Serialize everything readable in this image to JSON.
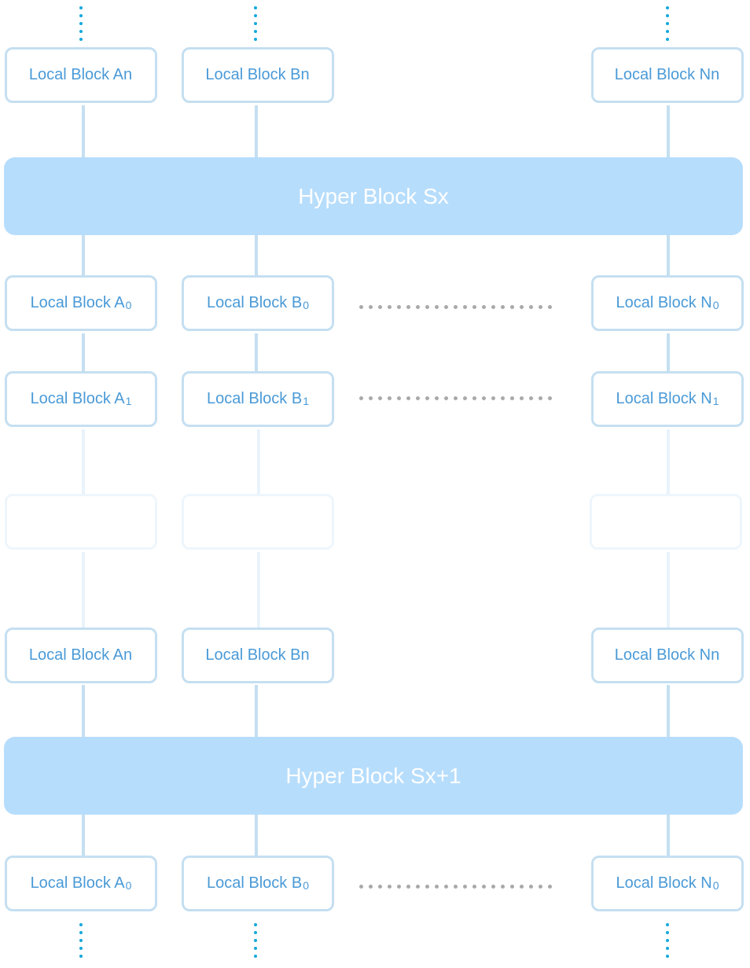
{
  "diagram": {
    "hyper_blocks": [
      {
        "label": "Hyper Block Sx"
      },
      {
        "label": "Hyper Block Sx+1"
      }
    ],
    "rows": [
      {
        "a": {
          "text": "Local Block An",
          "sub": ""
        },
        "b": {
          "text": "Local Block Bn",
          "sub": ""
        },
        "n": {
          "text": "Local Block Nn",
          "sub": ""
        }
      },
      {
        "a": {
          "text": "Local Block A",
          "sub": "0"
        },
        "b": {
          "text": "Local Block B",
          "sub": "0"
        },
        "n": {
          "text": "Local Block N",
          "sub": "0"
        }
      },
      {
        "a": {
          "text": "Local Block A",
          "sub": "1"
        },
        "b": {
          "text": "Local Block B",
          "sub": "1"
        },
        "n": {
          "text": "Local Block N",
          "sub": "1"
        }
      },
      {
        "a": {
          "text": "Local Block An",
          "sub": ""
        },
        "b": {
          "text": "Local Block Bn",
          "sub": ""
        },
        "n": {
          "text": "Local Block Nn",
          "sub": ""
        }
      },
      {
        "a": {
          "text": "Local Block A",
          "sub": "0"
        },
        "b": {
          "text": "Local Block B",
          "sub": "0"
        },
        "n": {
          "text": "Local Block N",
          "sub": "0"
        }
      }
    ],
    "colors": {
      "box_border": "#c5dff1",
      "box_text": "#4a9ad7",
      "hyper_fill": "#b7ddfc",
      "hyper_text": "#ffffff",
      "connector": "#c4dff1",
      "continuation_dots": "#15a8dc",
      "ellipsis_dots": "#a9a9a9"
    }
  }
}
